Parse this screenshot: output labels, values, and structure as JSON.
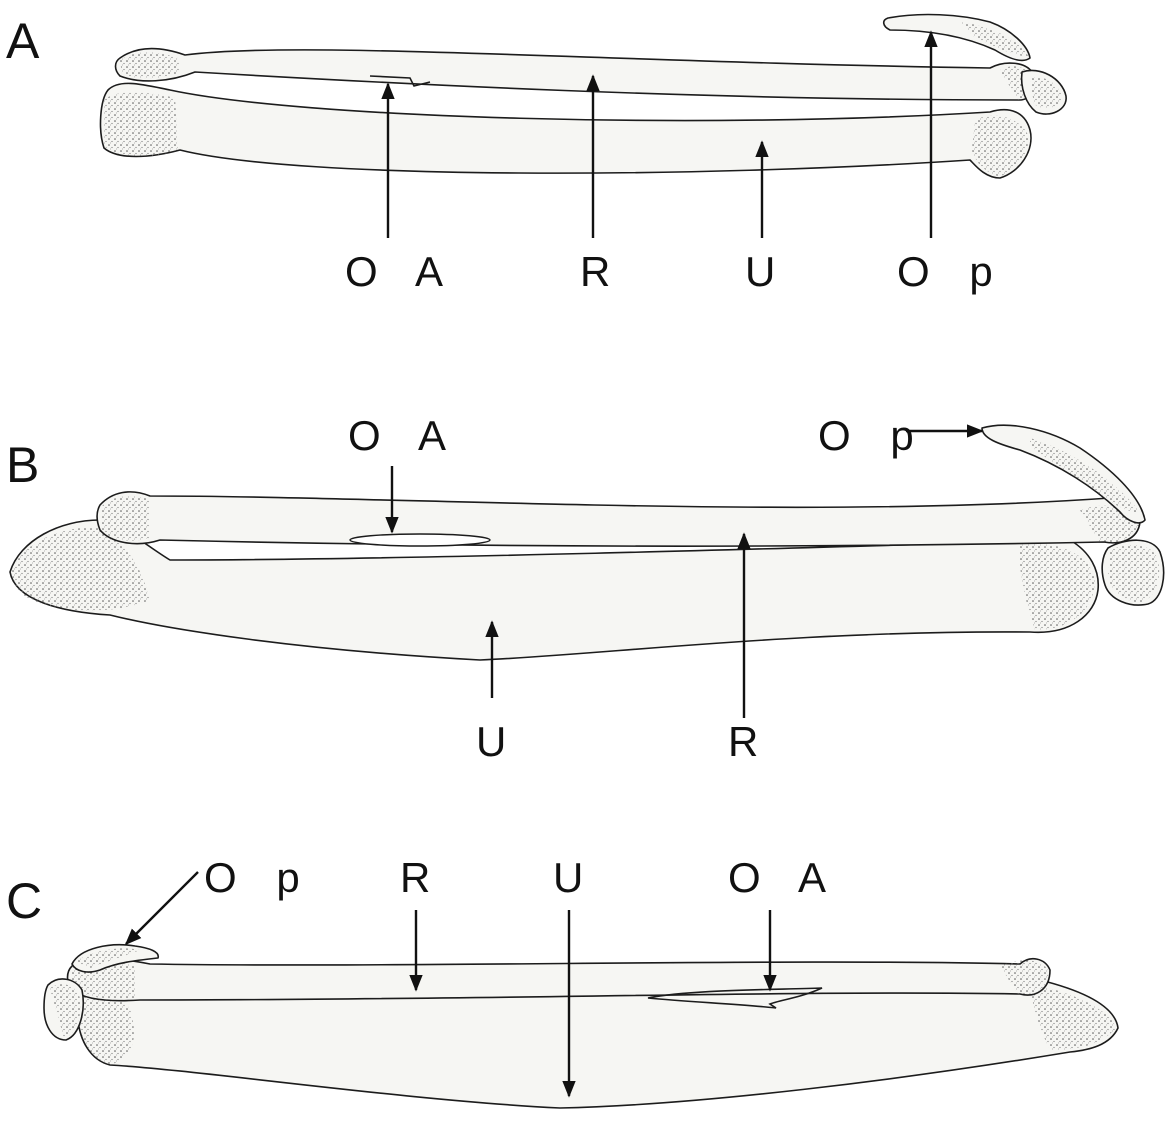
{
  "panels": [
    {
      "id": "A",
      "labels": {
        "oa": "O A",
        "r": "R",
        "u": "U",
        "op": "O p"
      }
    },
    {
      "id": "B",
      "labels": {
        "oa": "O A",
        "op": "O p",
        "u": "U",
        "r": "R"
      }
    },
    {
      "id": "C",
      "labels": {
        "op": "O p",
        "r": "R",
        "u": "U",
        "oa": "O A"
      }
    }
  ]
}
